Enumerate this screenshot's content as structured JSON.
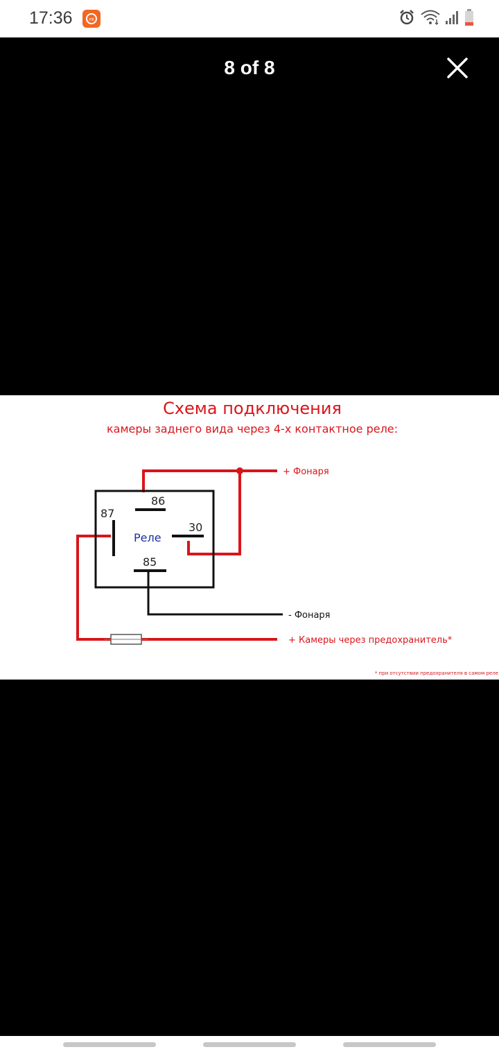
{
  "status_bar": {
    "time": "17:36",
    "app_badge_icon": "mi-app-icon",
    "icons": [
      "alarm-icon",
      "wifi-icon",
      "signal-icon",
      "battery-icon"
    ]
  },
  "viewer": {
    "counter": "8 of 8",
    "close_icon": "close-icon"
  },
  "diagram": {
    "title": "Схема подключения",
    "subtitle": "камеры заднего вида через 4-х контактное реле:",
    "relay_label": "Реле",
    "pins": {
      "p86": "86",
      "p87": "87",
      "p30": "30",
      "p85": "85"
    },
    "wire_labels": {
      "lamp_plus": "+ Фонаря",
      "lamp_minus": "- Фонаря",
      "camera_plus": "+ Камеры через предохранитель*"
    },
    "footnote": "* при отсутствии предохранителя в самом реле",
    "colors": {
      "red": "#d9151b",
      "black": "#111111",
      "blue": "#1c2f9c"
    }
  }
}
